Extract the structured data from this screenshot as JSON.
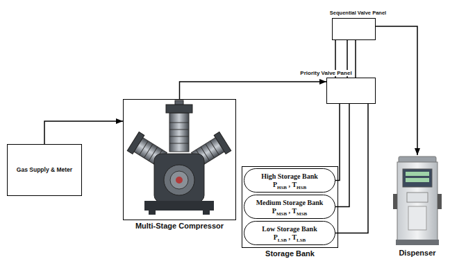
{
  "diagram": {
    "nodes": [
      {
        "text": [
          "Gas Supply & Meter"
        ]
      },
      {
        "text": [
          "Multi-Stage Compressor"
        ]
      },
      {
        "text": [
          "Storage Bank"
        ]
      },
      {
        "text": [
          "High Storage Bank",
          "PHSB , THSB"
        ],
        "in": 2
      },
      {
        "text": [
          "Medium Storage Bank",
          "PMSB , TMSB"
        ],
        "in": 2
      },
      {
        "text": [
          "Low Storage Bank",
          "PLSB , TLSB"
        ],
        "in": 2
      },
      {
        "text": [
          "Priority Valve Panel"
        ]
      },
      {
        "text": [
          "Sequential Valve Panel"
        ]
      },
      {
        "text": [
          "Dispenser"
        ]
      }
    ],
    "edges": [
      {
        "from": 0,
        "to": 1,
        "arrow": "to"
      },
      {
        "from": 1,
        "to": 6,
        "arrow": "to"
      },
      {
        "from": 6,
        "to": 3,
        "arrow": "none"
      },
      {
        "from": 6,
        "to": 4,
        "arrow": "none"
      },
      {
        "from": 6,
        "to": 5,
        "arrow": "none"
      },
      {
        "from": 6,
        "to": 7,
        "arrow": "none"
      },
      {
        "from": 6,
        "to": 7,
        "arrow": "none"
      },
      {
        "from": 6,
        "to": 7,
        "arrow": "none"
      },
      {
        "from": 7,
        "to": 8,
        "arrow": "to"
      }
    ]
  }
}
